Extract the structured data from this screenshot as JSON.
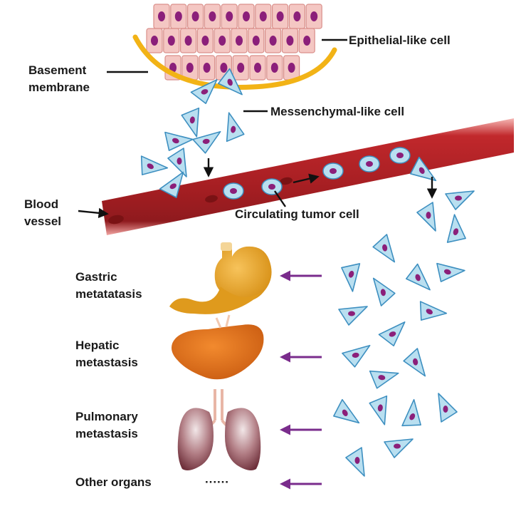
{
  "labels": {
    "epithelial": "Epithelial-like cell",
    "basement_line1": "Basement",
    "basement_line2": "membrane",
    "mesenchymal": "Messenchymal-like cell",
    "blood_line1": "Blood",
    "blood_line2": "vessel",
    "ctc": "Circulating tumor cell",
    "gastric_line1": "Gastric",
    "gastric_line2": "metatatasis",
    "hepatic_line1": "Hepatic",
    "hepatic_line2": "metastasis",
    "pulmonary_line1": "Pulmonary",
    "pulmonary_line2": "metastasis",
    "other": "Other organs",
    "ellipsis": "······"
  },
  "colors": {
    "epithelial_fill": "#f4c7c3",
    "epithelial_stroke": "#d98f8a",
    "nucleus": "#8b1f7a",
    "membrane": "#f2b316",
    "mesenchymal_fill": "#b9dff0",
    "mesenchymal_stroke": "#3d8fc0",
    "vessel": "#a51e22",
    "vessel_edge": "#f2a6a3",
    "arrow_purple": "#7a2c8c",
    "stomach": "#e9a72b",
    "liver": "#e8731d",
    "lung": "#9c5a63"
  }
}
